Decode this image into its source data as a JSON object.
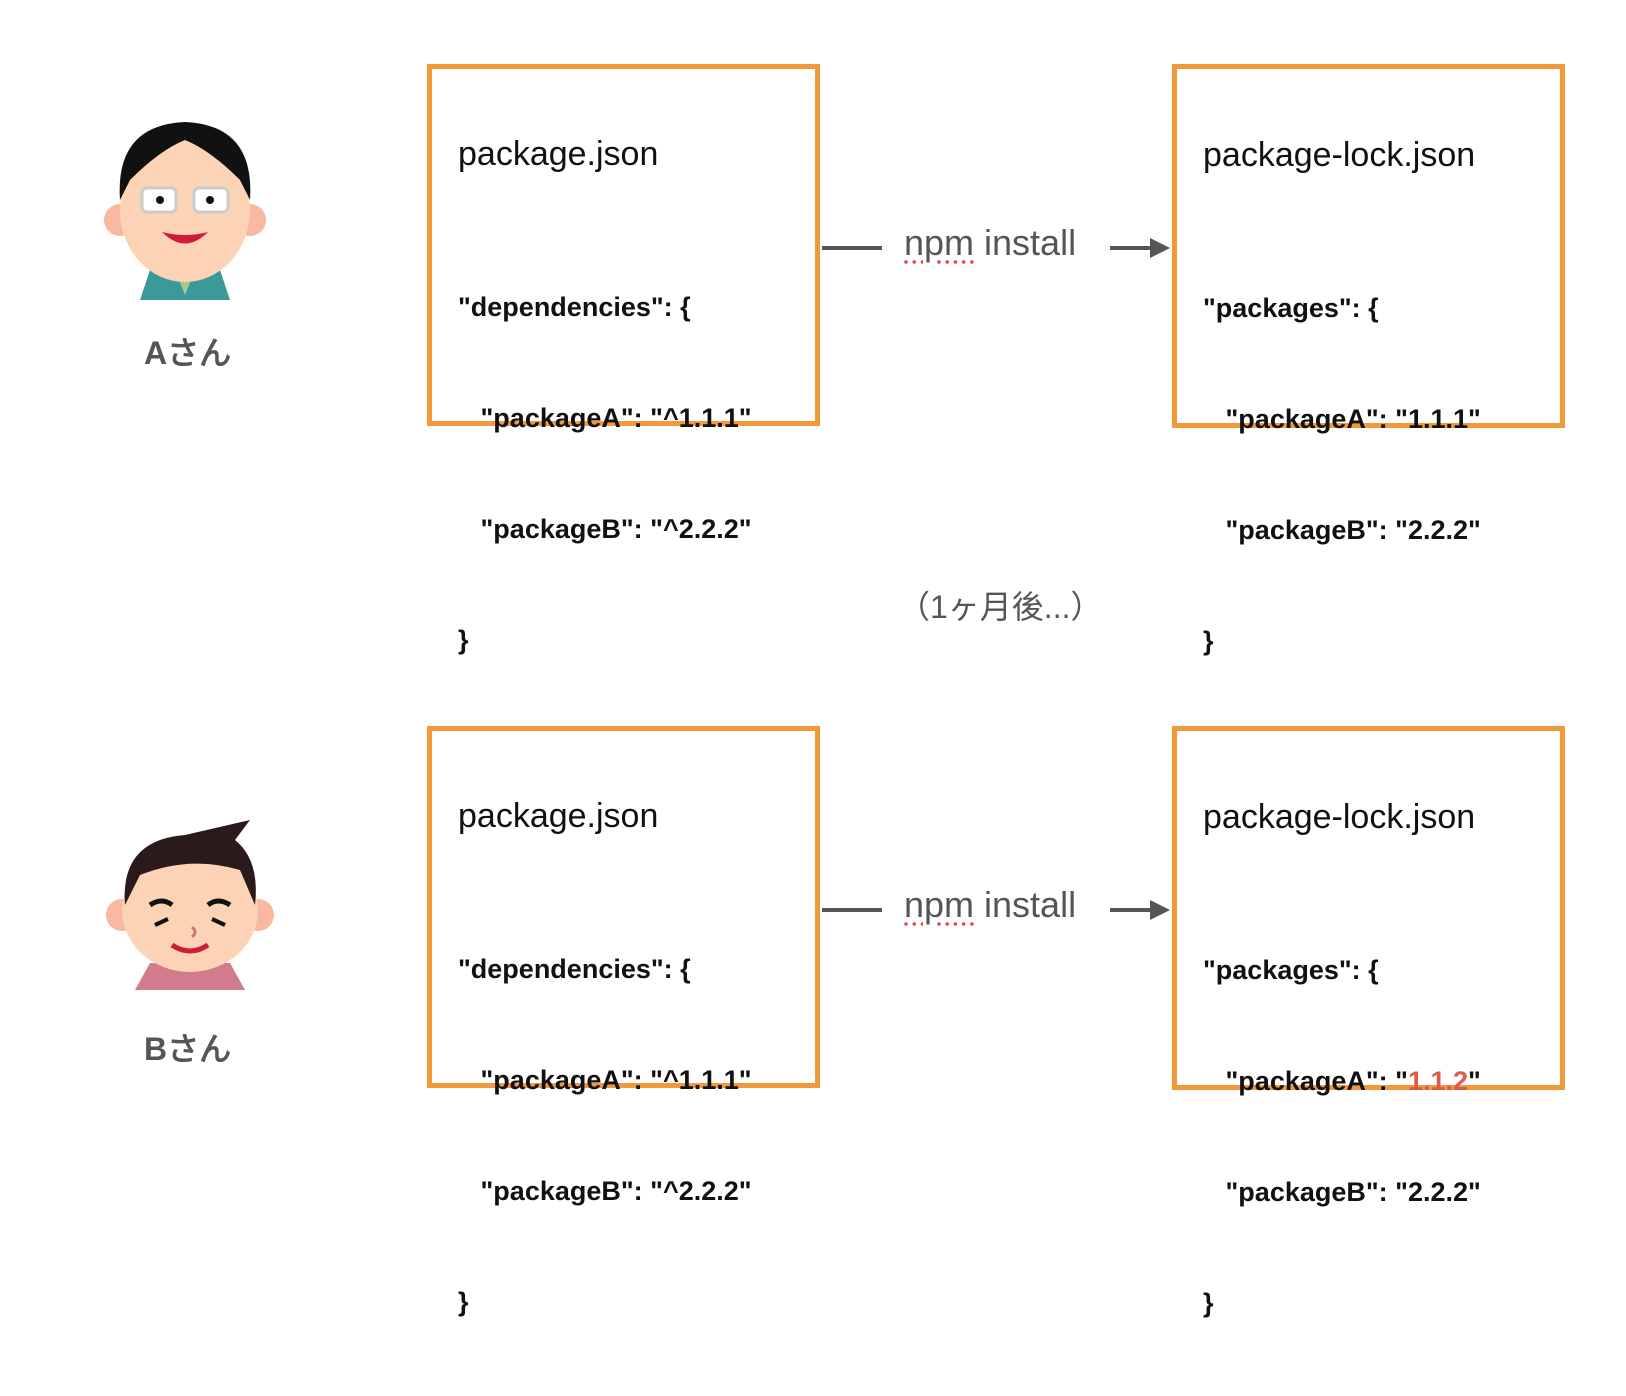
{
  "rows": [
    {
      "user": "Aさん",
      "pkg_title": "package.json",
      "pkg_lines": [
        "\"dependencies\": {",
        "   \"packageA\": \"^1.1.1\"",
        "   \"packageB\": \"^2.2.2\"",
        "}"
      ],
      "cmd_npm": "npm",
      "cmd_rest": " install",
      "lock_title": "package-lock.json",
      "lock_l1": "\"packages\": {",
      "lock_a_pre": "   \"packageA\": \"",
      "lock_a_ver": "1.1.1",
      "lock_a_post": "\"",
      "lock_l3": "   \"packageB\": \"2.2.2\"",
      "lock_l4": "}"
    },
    {
      "user": "Bさん",
      "pkg_title": "package.json",
      "pkg_lines": [
        "\"dependencies\": {",
        "   \"packageA\": \"^1.1.1\"",
        "   \"packageB\": \"^2.2.2\"",
        "}"
      ],
      "cmd_npm": "npm",
      "cmd_rest": " install",
      "lock_title": "package-lock.json",
      "lock_l1": "\"packages\": {",
      "lock_a_pre": "   \"packageA\": \"",
      "lock_a_ver": "1.1.2",
      "lock_a_post": "\"",
      "lock_l3": "   \"packageB\": \"2.2.2\"",
      "lock_l4": "}"
    }
  ],
  "interlude": "（1ヶ月後...）",
  "colors": {
    "border": "#f2993a",
    "changed": "#de5b49",
    "arrow": "#555555"
  }
}
